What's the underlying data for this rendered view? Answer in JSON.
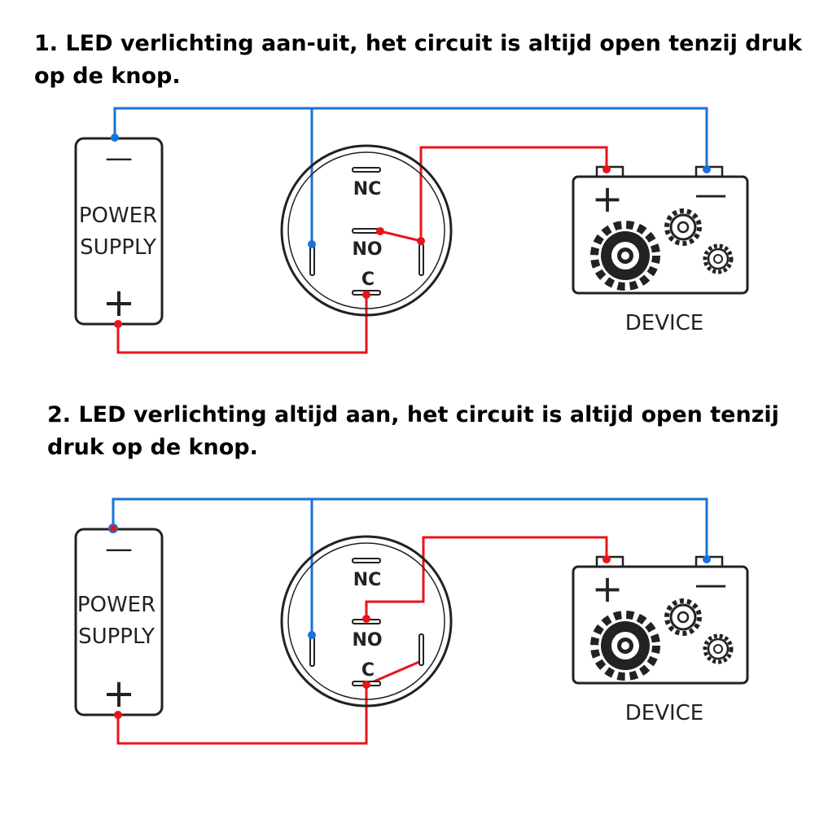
{
  "sections": [
    {
      "heading": "1. LED verlichting aan-uit, het circuit is altijd open tenzij druk op de knop.",
      "power_supply": {
        "line1": "POWER",
        "line2": "SUPPLY",
        "minus": "—",
        "plus": "+"
      },
      "switch": {
        "nc": "NC",
        "no": "NO",
        "c": "C"
      },
      "device": {
        "label": "DEVICE",
        "plus": "+",
        "minus": "—"
      }
    },
    {
      "heading": "2. LED verlichting altijd aan, het circuit is altijd open tenzij druk op de knop.",
      "power_supply": {
        "line1": "POWER",
        "line2": "SUPPLY",
        "minus": "—",
        "plus": "+"
      },
      "switch": {
        "nc": "NC",
        "no": "NO",
        "c": "C"
      },
      "device": {
        "label": "DEVICE",
        "plus": "+",
        "minus": "—"
      }
    }
  ],
  "colors": {
    "positive_wire": "#e8141c",
    "negative_wire": "#1a72d8",
    "outline": "#222222"
  }
}
